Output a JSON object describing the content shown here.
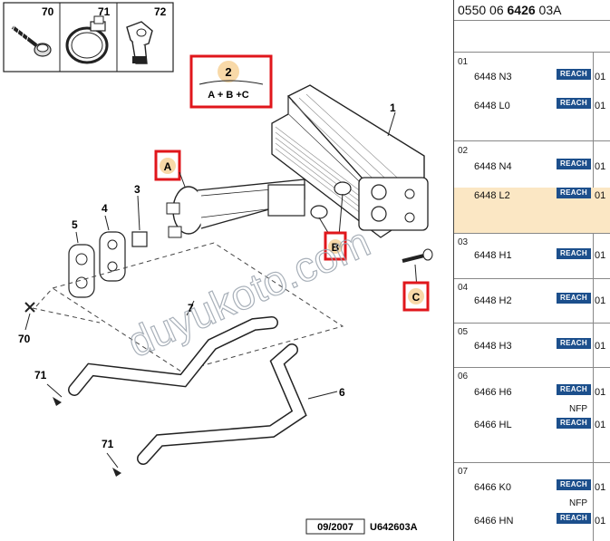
{
  "header": {
    "doc_prefix": "0550 06",
    "doc_bold": "6426",
    "doc_suffix": "03A"
  },
  "groups": [
    {
      "num": "01",
      "parts": [
        {
          "ref": "6448 N3",
          "badge": "REACH",
          "qty": "01"
        },
        {
          "ref": "6448 L0",
          "badge": "REACH",
          "qty": "01"
        }
      ]
    },
    {
      "num": "02",
      "parts": [
        {
          "ref": "6448 N4",
          "badge": "REACH",
          "qty": "01"
        },
        {
          "ref": "6448 L2",
          "badge": "REACH",
          "qty": "01"
        }
      ]
    },
    {
      "num": "03",
      "parts": [
        {
          "ref": "6448 H1",
          "badge": "REACH",
          "qty": "01"
        }
      ]
    },
    {
      "num": "04",
      "parts": [
        {
          "ref": "6448 H2",
          "badge": "REACH",
          "qty": "01"
        }
      ]
    },
    {
      "num": "05",
      "parts": [
        {
          "ref": "6448 H3",
          "badge": "REACH",
          "qty": "01"
        }
      ]
    },
    {
      "num": "06",
      "parts": [
        {
          "ref": "6466 H6",
          "badge": "REACH",
          "qty": "01",
          "note": "NFP"
        },
        {
          "ref": "6466 HL",
          "badge": "REACH",
          "qty": "01"
        }
      ]
    },
    {
      "num": "07",
      "parts": [
        {
          "ref": "6466 K0",
          "badge": "REACH",
          "qty": "01",
          "note": "NFP"
        },
        {
          "ref": "6466 HN",
          "badge": "REACH",
          "qty": "01"
        }
      ]
    }
  ],
  "diagram": {
    "legend": {
      "num70": "70",
      "num71": "71",
      "num72": "72"
    },
    "kit": {
      "num": "2",
      "formula": "A + B +C"
    },
    "callouts": {
      "a": "A",
      "b": "B",
      "c": "C"
    },
    "labels": {
      "n1": "1",
      "n3": "3",
      "n4": "4",
      "n5": "5",
      "n6": "6",
      "n7": "7",
      "n70": "70",
      "n71a": "71",
      "n71b": "71"
    },
    "date": "09/2007",
    "code": "U642603A",
    "watermark": "duyukoto.com",
    "highlight_color": "#e0161b"
  }
}
